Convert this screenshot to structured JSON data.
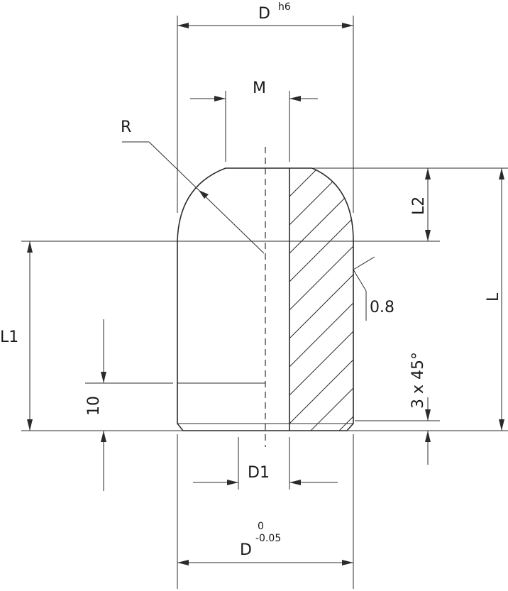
{
  "labels": {
    "D_top": "D",
    "D_top_sup": "h6",
    "M": "M",
    "R": "R",
    "L2": "L2",
    "L": "L",
    "L1": "L1",
    "roughness": "0.8",
    "ten": "10",
    "chamfer": "3 x 45°",
    "D1": "D1",
    "D_bottom": "D",
    "D_bottom_upper": "0",
    "D_bottom_lower": "-0.05"
  }
}
